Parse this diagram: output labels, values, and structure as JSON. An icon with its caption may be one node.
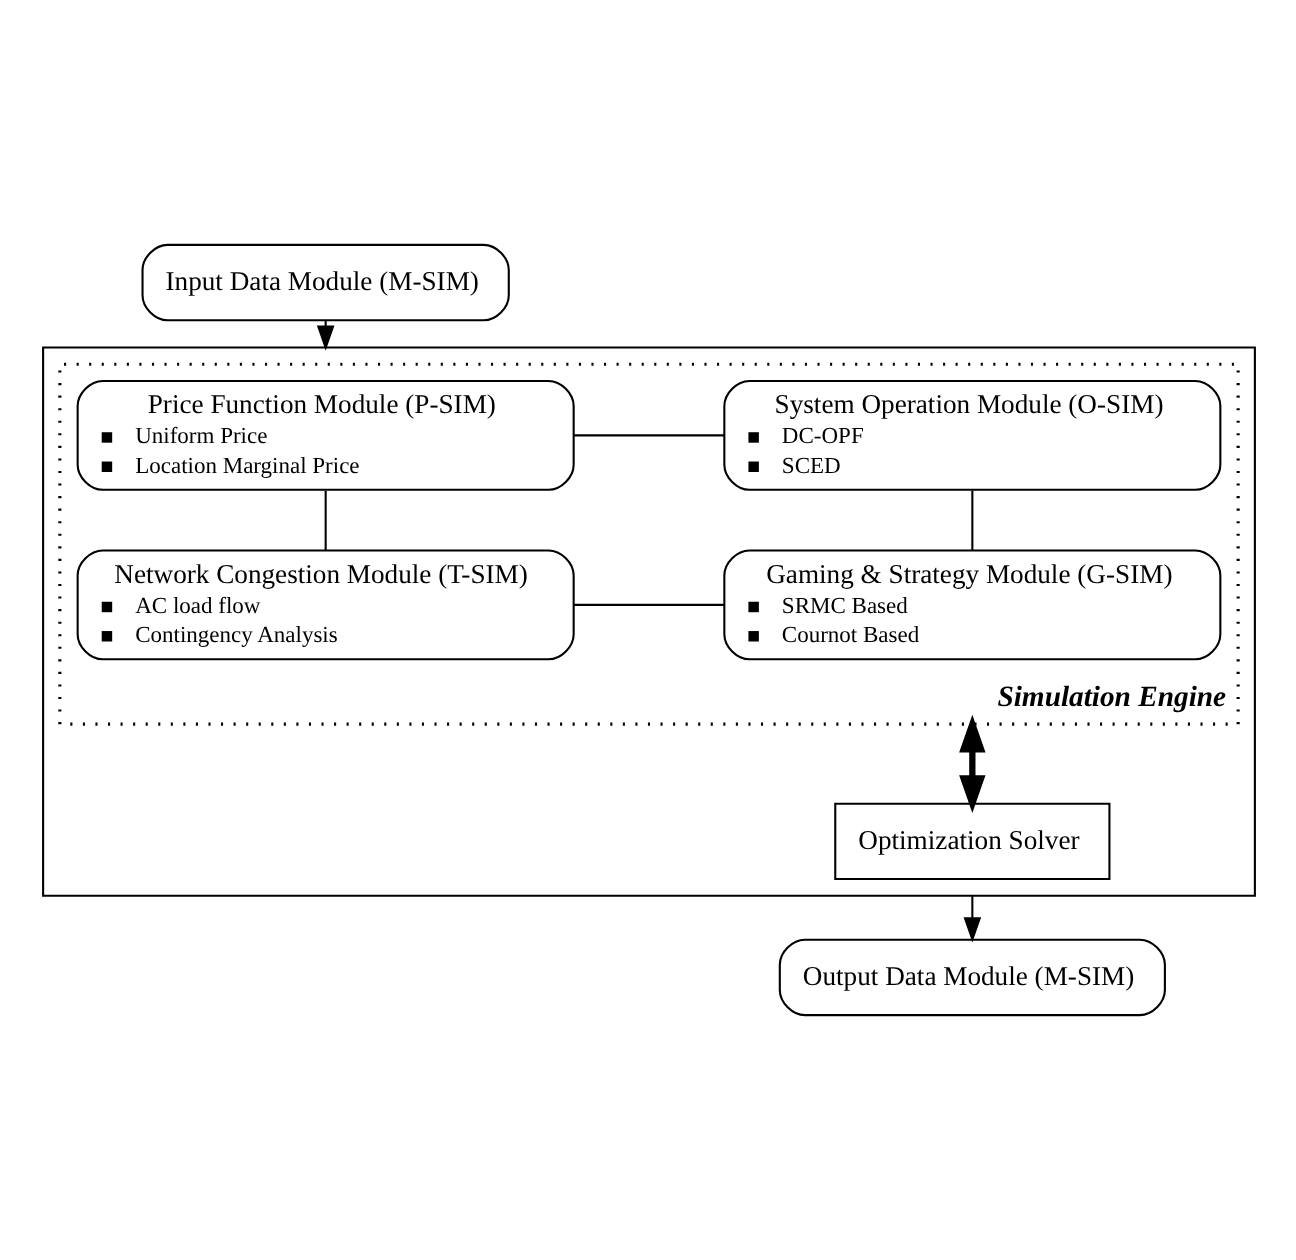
{
  "diagram": {
    "nodes": [
      {
        "text": [
          "Input Data Module (M-SIM)"
        ]
      },
      {
        "text": [],
        "shape": "box"
      },
      {
        "text": [
          "Simulation Engine"
        ],
        "in": 1
      },
      {
        "text": [
          "Price Function Module (P-SIM)",
          "Uniform Price",
          "Location Marginal Price"
        ],
        "in": 2
      },
      {
        "text": [
          "System Operation Module (O-SIM)",
          "DC-OPF",
          "SCED"
        ],
        "in": 2
      },
      {
        "text": [
          "Network Congestion Module (T-SIM)",
          "AC load flow",
          "Contingency Analysis"
        ],
        "in": 2
      },
      {
        "text": [
          "Gaming & Strategy Module (G-SIM)",
          "SRMC Based",
          "Cournot Based"
        ],
        "in": 2
      },
      {
        "text": [
          "Optimization Solver"
        ],
        "in": 1
      },
      {
        "text": [
          "Output Data Module (M-SIM)"
        ]
      }
    ],
    "edges": [
      {
        "from": 0,
        "to": 1,
        "arrow": "to"
      },
      {
        "from": 3,
        "to": 4,
        "arrow": "none"
      },
      {
        "from": 3,
        "to": 5,
        "arrow": "none"
      },
      {
        "from": 4,
        "to": 6,
        "arrow": "none"
      },
      {
        "from": 5,
        "to": 6,
        "arrow": "none"
      },
      {
        "from": 2,
        "to": 7,
        "arrow": "both",
        "style": "thick"
      },
      {
        "from": 1,
        "to": 8,
        "arrow": "to"
      }
    ]
  }
}
